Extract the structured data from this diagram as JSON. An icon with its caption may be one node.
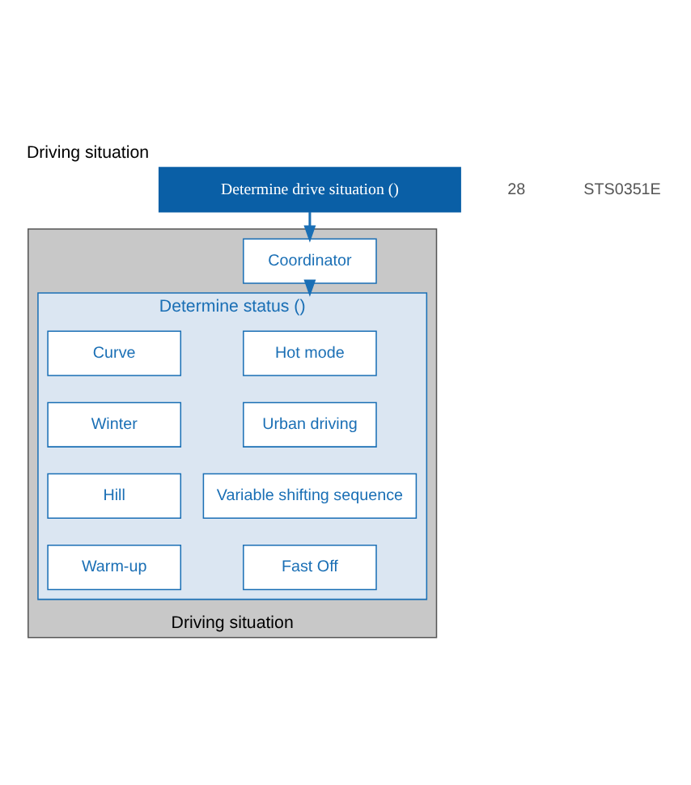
{
  "diagram": {
    "title": "Driving situation",
    "nodes": [
      {
        "text": [
          "Determine drive situation ()"
        ]
      },
      {
        "text": [
          "Driving situation"
        ]
      },
      {
        "text": [
          "Coordinator"
        ],
        "in": 1
      },
      {
        "text": [
          "Determine status ()"
        ],
        "in": 1
      },
      {
        "text": [
          "Hot mode"
        ],
        "in": 3
      },
      {
        "text": [
          "Curve"
        ],
        "in": 3
      },
      {
        "text": [
          "Urban driving"
        ],
        "in": 3
      },
      {
        "text": [
          "Winter"
        ],
        "in": 3
      },
      {
        "text": [
          "Variable shifting sequence"
        ],
        "in": 3
      },
      {
        "text": [
          "Hill"
        ],
        "in": 3
      },
      {
        "text": [
          "Fast Off"
        ],
        "in": 3
      },
      {
        "text": [
          "Warm-up"
        ],
        "in": 3
      }
    ],
    "edges": [
      {
        "from": 0,
        "to": 2,
        "arrow": "to"
      },
      {
        "from": 2,
        "to": 3,
        "arrow": "to"
      }
    ],
    "labels": [
      "28",
      "STS0351E"
    ]
  }
}
